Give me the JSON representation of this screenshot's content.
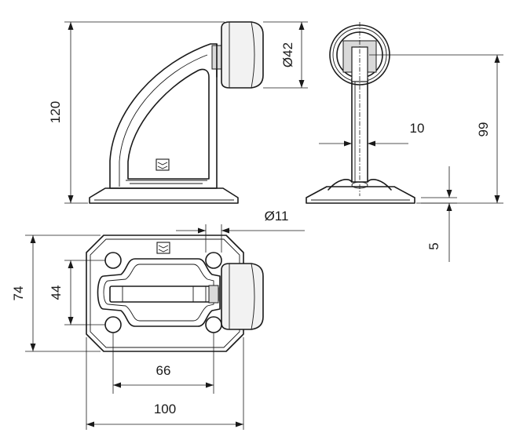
{
  "dimensions": {
    "height_total": "120",
    "bumper_diameter": "Ø42",
    "stem_width": "10",
    "bumper_height": "99",
    "base_thickness": "5",
    "hole_diameter": "Ø11",
    "base_depth": "74",
    "hole_spacing_depth": "44",
    "hole_spacing_width": "66",
    "base_width": "100"
  },
  "colors": {
    "line": "#1a1a1a",
    "bumper_fill": "#f2f2f2",
    "pad_fill": "#d9d9d9"
  }
}
